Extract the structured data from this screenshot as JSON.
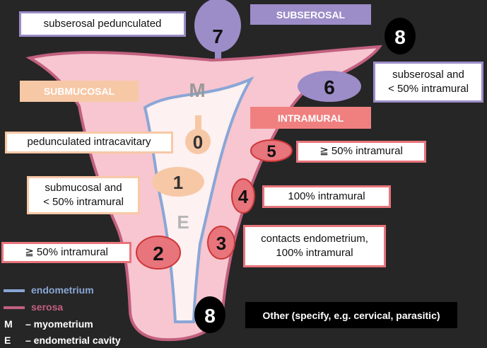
{
  "labels": {
    "m_letter": "M",
    "e_letter": "E",
    "submucosal": "SUBMUCOSAL",
    "subserosal": "SUBSEROSAL",
    "intramural": "INTRAMURAL"
  },
  "fibroids": [
    {
      "id": "0",
      "desc": "pedunculated intracavitary"
    },
    {
      "id": "1",
      "desc": "submucosal and\n< 50% intramural"
    },
    {
      "id": "2",
      "desc": "≧ 50% intramural"
    },
    {
      "id": "3",
      "desc": "contacts endometrium,\n100% intramural"
    },
    {
      "id": "4",
      "desc": "100% intramural"
    },
    {
      "id": "5",
      "desc": "≧ 50% intramural"
    },
    {
      "id": "6",
      "desc": "subserosal and\n< 50% intramural"
    },
    {
      "id": "7",
      "desc": "subserosal pedunculated"
    },
    {
      "id": "8",
      "desc": "Other (specify, e.g. cervical, parasitic)"
    }
  ],
  "legend": {
    "endometrium": "endometrium",
    "serosa": "serosa",
    "m_key": "M",
    "m_desc": "– myometrium",
    "e_key": "E",
    "e_desc": "– endometrial cavity"
  },
  "colors": {
    "background": "#262626",
    "myometrium": "#f7c6d0",
    "serosa_line": "#c2607f",
    "endometrium_line": "#8aa6d6",
    "cavity": "#fdf1f1",
    "submucosal": "#f7c8a6",
    "intramural": "#e8747c",
    "subserosal": "#9c8cc8"
  }
}
